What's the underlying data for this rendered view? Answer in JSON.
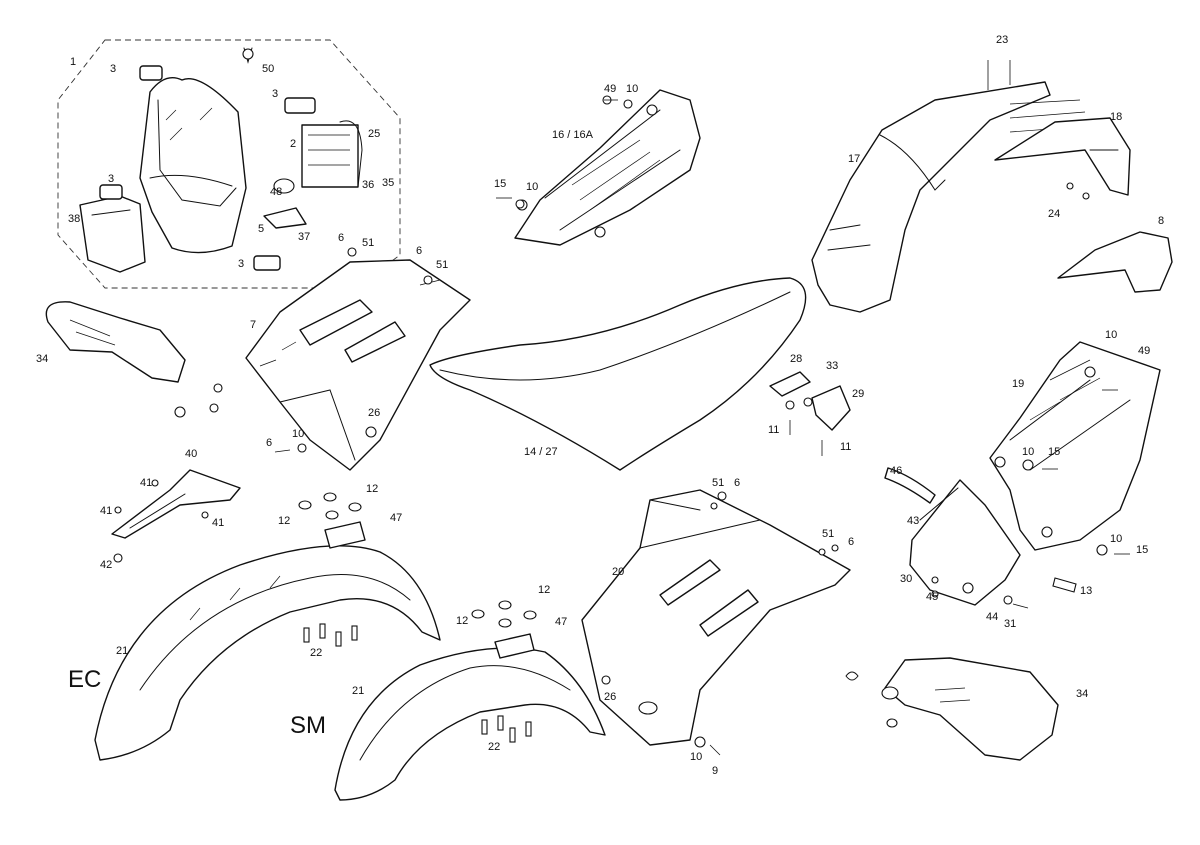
{
  "variants": {
    "ec": "EC",
    "sm": "SM"
  },
  "labels": {
    "l1": "1",
    "l3a": "3",
    "l50": "50",
    "l3b": "3",
    "l2": "2",
    "l25": "25",
    "l3c": "3",
    "l36": "36",
    "l35": "35",
    "l48": "48",
    "l38": "38",
    "l5": "5",
    "l37": "37",
    "l3d": "3",
    "l49a": "49",
    "l10a": "10",
    "l16": "16 / 16A",
    "l15a": "15",
    "l10b": "10",
    "l23": "23",
    "l18": "18",
    "l17": "17",
    "l24": "24",
    "l8": "8",
    "l6a": "6",
    "l51a": "51",
    "l6b": "6",
    "l51b": "51",
    "l7": "7",
    "l34a": "34",
    "l26a": "26",
    "l6c": "6",
    "l10c": "10",
    "l14": "14 / 27",
    "l28": "28",
    "l33": "33",
    "l29": "29",
    "l11a": "11",
    "l11b": "11",
    "l10d": "10",
    "l49b": "49",
    "l19": "19",
    "l10e": "10",
    "l15b": "15",
    "l46": "46",
    "l40": "40",
    "l41a": "41",
    "l41b": "41",
    "l41c": "41",
    "l42": "42",
    "l12a": "12",
    "l12b": "12",
    "l47a": "47",
    "l21a": "21",
    "l22a": "22",
    "l12c": "12",
    "l12d": "12",
    "l47b": "47",
    "l21b": "21",
    "l22b": "22",
    "l51c": "51",
    "l6d": "6",
    "l51d": "51",
    "l6e": "6",
    "l20": "20",
    "l26b": "26",
    "l10f": "10",
    "l9": "9",
    "l43": "43",
    "l10g": "10",
    "l15c": "15",
    "l30": "30",
    "l45": "45",
    "l13": "13",
    "l44": "44",
    "l31": "31",
    "l34b": "34"
  }
}
